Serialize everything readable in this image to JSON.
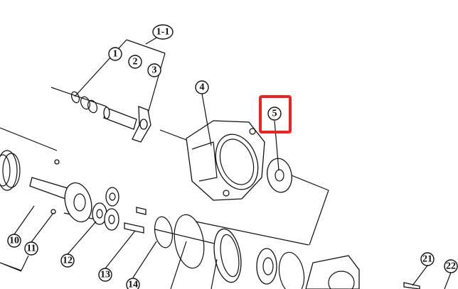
{
  "diagram": {
    "callouts": {
      "c1_1": "1-1",
      "c1": "1",
      "c2": "2",
      "c3": "3",
      "c4": "4",
      "c5": "5",
      "c10": "10",
      "c11": "11",
      "c12": "12",
      "c13": "13",
      "c14": "14",
      "c21": "21",
      "c22": "22"
    },
    "highlight_color": "#ee2222"
  }
}
